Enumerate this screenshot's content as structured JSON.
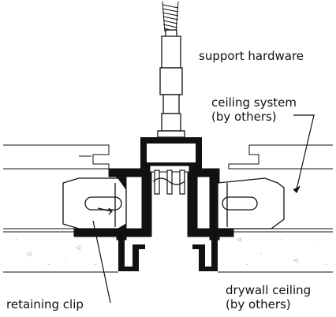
{
  "labels": {
    "support_hardware": "support hardware",
    "ceiling_system_line1": "ceiling system",
    "ceiling_system_line2": "(by others)",
    "drywall_ceiling_line1": "drywall ceiling",
    "drywall_ceiling_line2": "(by others)",
    "retaining_clip": "retaining clip"
  },
  "colors": {
    "line": "#111111",
    "fill_dark": "#111111",
    "fill_light": "#ffffff",
    "stipple": "#777777"
  }
}
